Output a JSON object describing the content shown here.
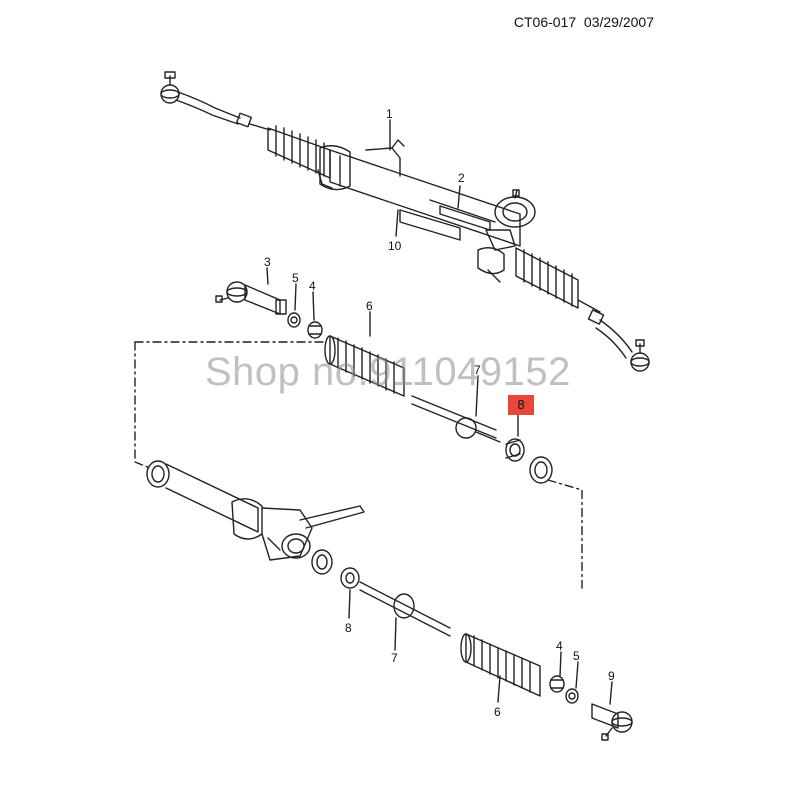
{
  "header": {
    "doc_code": "CT06-017",
    "doc_date": "03/29/2007"
  },
  "watermark": "Shop no.911049152",
  "callouts": {
    "c1": "1",
    "c2": "2",
    "c10": "10",
    "c3": "3",
    "c5a": "5",
    "c4a": "4",
    "c6a": "6",
    "c7a": "7",
    "c8a": "8",
    "c8b": "8",
    "c7b": "7",
    "c4b": "4",
    "c5b": "5",
    "c9": "9",
    "c6b": "6"
  },
  "highlight_color": "#e8453c"
}
